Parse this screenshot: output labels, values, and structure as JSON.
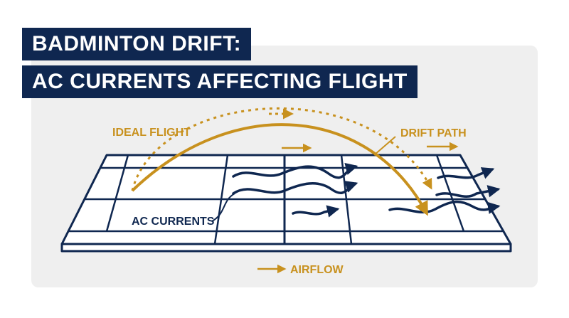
{
  "title": {
    "line1": "BADMINTON DRIFT:",
    "line2": "AC CURRENTS AFFECTING FLIGHT"
  },
  "labels": {
    "ideal_flight": "IDEAL FLIGHT",
    "drift_path": "DRIFT PATH",
    "ac_currents": "AC CURRENTS",
    "airflow": "AIRFLOW"
  },
  "colors": {
    "navy": "#0f2750",
    "gold": "#c8911e",
    "panel_bg": "#efefef"
  }
}
